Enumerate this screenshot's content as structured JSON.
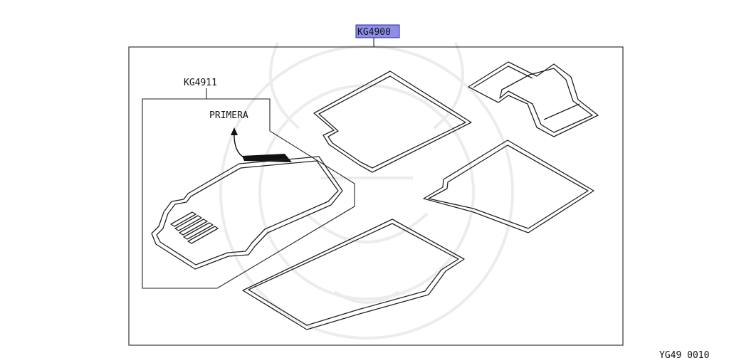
{
  "diagram": {
    "main_part": "KG4900",
    "sub_part": "KG4911",
    "variant_label": "PRIMERA",
    "figure_code": "YG49  0010"
  },
  "colors": {
    "line": "#222222",
    "highlight_fill": "#8e8ee8",
    "highlight_border": "#2a2aa0",
    "watermark": "#ececec"
  }
}
